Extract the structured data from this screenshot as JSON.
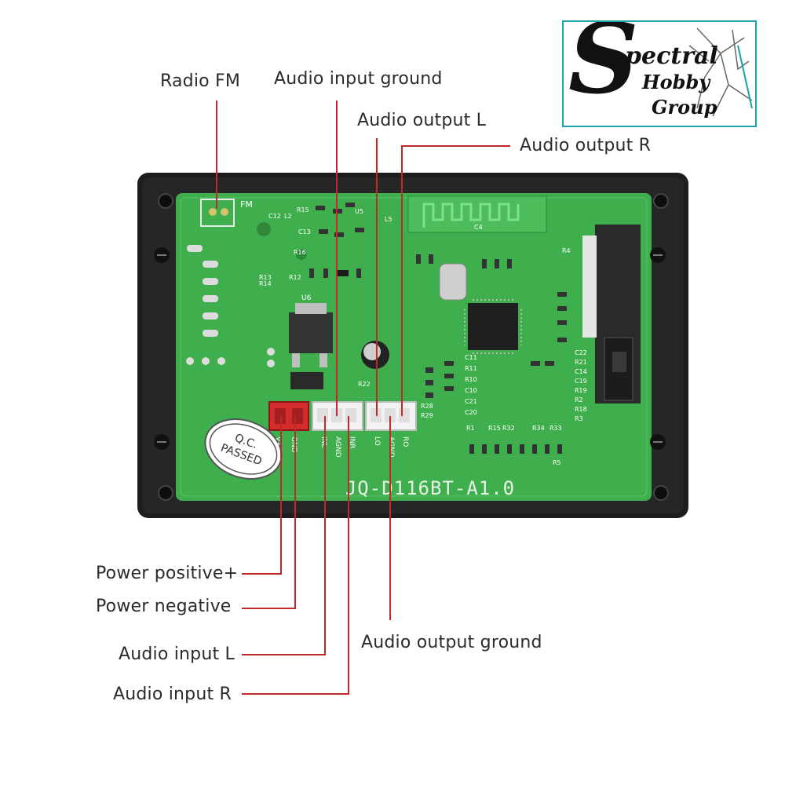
{
  "labels": {
    "radio_fm": "Radio FM",
    "audio_input_ground": "Audio input ground",
    "audio_output_l": "Audio output L",
    "audio_output_r": "Audio output R",
    "power_positive": "Power positive+",
    "power_negative": "Power negative",
    "audio_input_l": "Audio input L",
    "audio_input_r": "Audio input R",
    "audio_output_ground": "Audio output ground"
  },
  "board": {
    "model": "JQ-D116BT-A1.0",
    "qc_line1": "Q.C.",
    "qc_line2": "PASSED",
    "fm_mark": "FM",
    "chip_u6": "U6",
    "pin_labels": [
      "V+",
      "GND",
      "INL",
      "AGND",
      "INR",
      "LO",
      "AGND",
      "RO"
    ],
    "refs": [
      "C12",
      "L2",
      "R15",
      "U5",
      "C13",
      "R16",
      "R13",
      "R12",
      "R14",
      "L5",
      "C4",
      "R4",
      "C22",
      "R21",
      "C14",
      "C19",
      "R19",
      "R2",
      "R18",
      "R3",
      "C11",
      "R11",
      "R10",
      "C10",
      "C21",
      "C20",
      "R28",
      "R29",
      "R22",
      "R1",
      "R15",
      "R32",
      "R34",
      "R33",
      "R5"
    ]
  },
  "logo": {
    "letter": "S",
    "word1": "pectral",
    "word2": "Hobby",
    "word3": "Group"
  },
  "colors": {
    "leader_line": "#c0282a",
    "pcb_green": "#3fae4d",
    "pcb_dark_green": "#2d8a3a",
    "frame": "#1c1c1c",
    "logo_border": "#1aa2a8"
  }
}
